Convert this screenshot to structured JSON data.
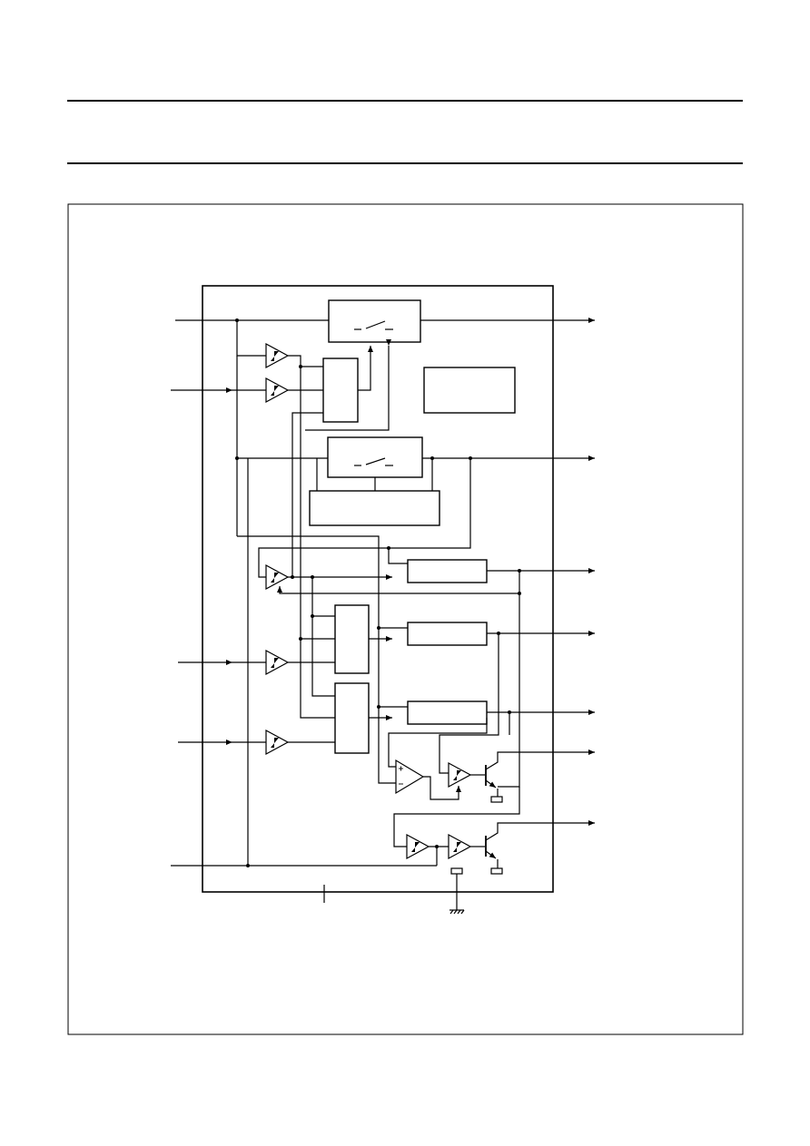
{
  "page": {
    "header_text": "",
    "figure_caption": ""
  },
  "diagram": {
    "kind": "block-diagram",
    "blocks": [
      "analog-switch-1",
      "control-logic-1",
      "empty-labeled-box",
      "analog-switch-2",
      "switch-driver",
      "output-driver-1",
      "logic-block-2",
      "output-driver-2",
      "logic-block-3",
      "output-driver-3",
      "comparator",
      "open-collector-output-1",
      "open-collector-output-2"
    ],
    "labels": []
  },
  "colors": {
    "ink": "#000000",
    "paper": "#ffffff"
  },
  "icons": [
    "schmitt-trigger-icon",
    "npn-transistor-icon",
    "ground-icon",
    "switch-icon",
    "arrow-icon"
  ]
}
